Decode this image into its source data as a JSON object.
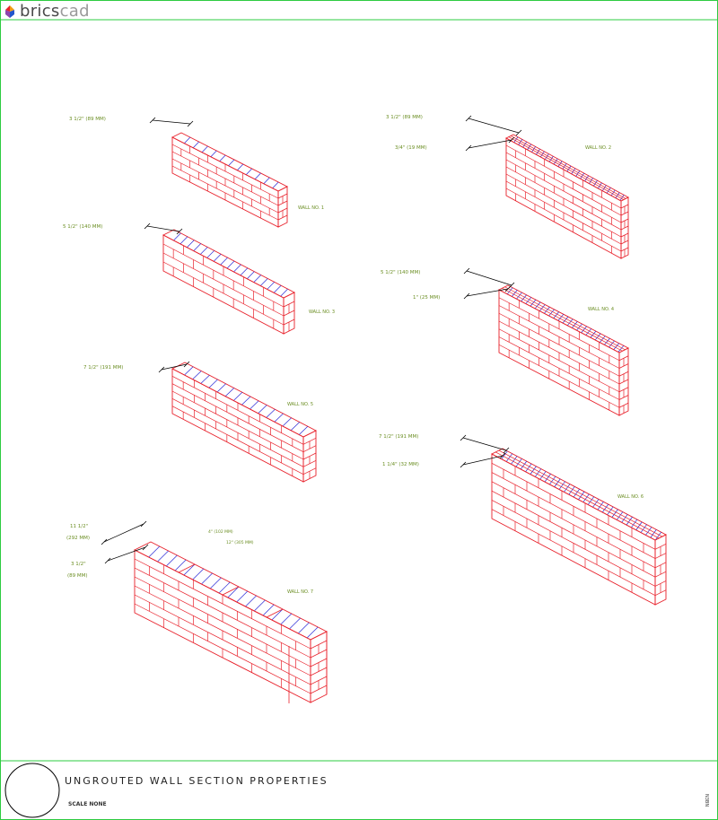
{
  "logo": {
    "brand_prefix": "brics",
    "brand_suffix": "cad"
  },
  "colors": {
    "frame": "#2ecc40",
    "brick": "#e8202a",
    "hatch": "#2a2ad6",
    "label": "#6b8e23",
    "dim": "#000000"
  },
  "walls": [
    {
      "id": 1,
      "label": "WALL NO. 1",
      "dims": [
        "3 1/2\" (89 MM)"
      ]
    },
    {
      "id": 2,
      "label": "WALL NO. 2",
      "dims": [
        "3 1/2\" (89 MM)",
        "3/4\" (19 MM)"
      ]
    },
    {
      "id": 3,
      "label": "WALL NO. 3",
      "dims": [
        "5 1/2\" (140 MM)"
      ]
    },
    {
      "id": 4,
      "label": "WALL NO. 4",
      "dims": [
        "5 1/2\" (140 MM)",
        "1\" (25 MM)"
      ]
    },
    {
      "id": 5,
      "label": "WALL NO. 5",
      "dims": [
        "7 1/2\" (191 MM)"
      ]
    },
    {
      "id": 6,
      "label": "WALL NO. 6",
      "dims": [
        "7 1/2\" (191 MM)",
        "1 1/4\" (32 MM)"
      ]
    },
    {
      "id": 7,
      "label": "WALL NO. 7",
      "dims": [
        "11 1/2\"",
        "(292 MM)",
        "3 1/2\"",
        "(89 MM)",
        "4\" (102 MM)",
        "12\" (305 MM)"
      ]
    }
  ],
  "title_block": {
    "title": "UNGROUTED WALL SECTION PROPERTIES",
    "scale": "SCALE NONE",
    "code": "N3BN"
  }
}
